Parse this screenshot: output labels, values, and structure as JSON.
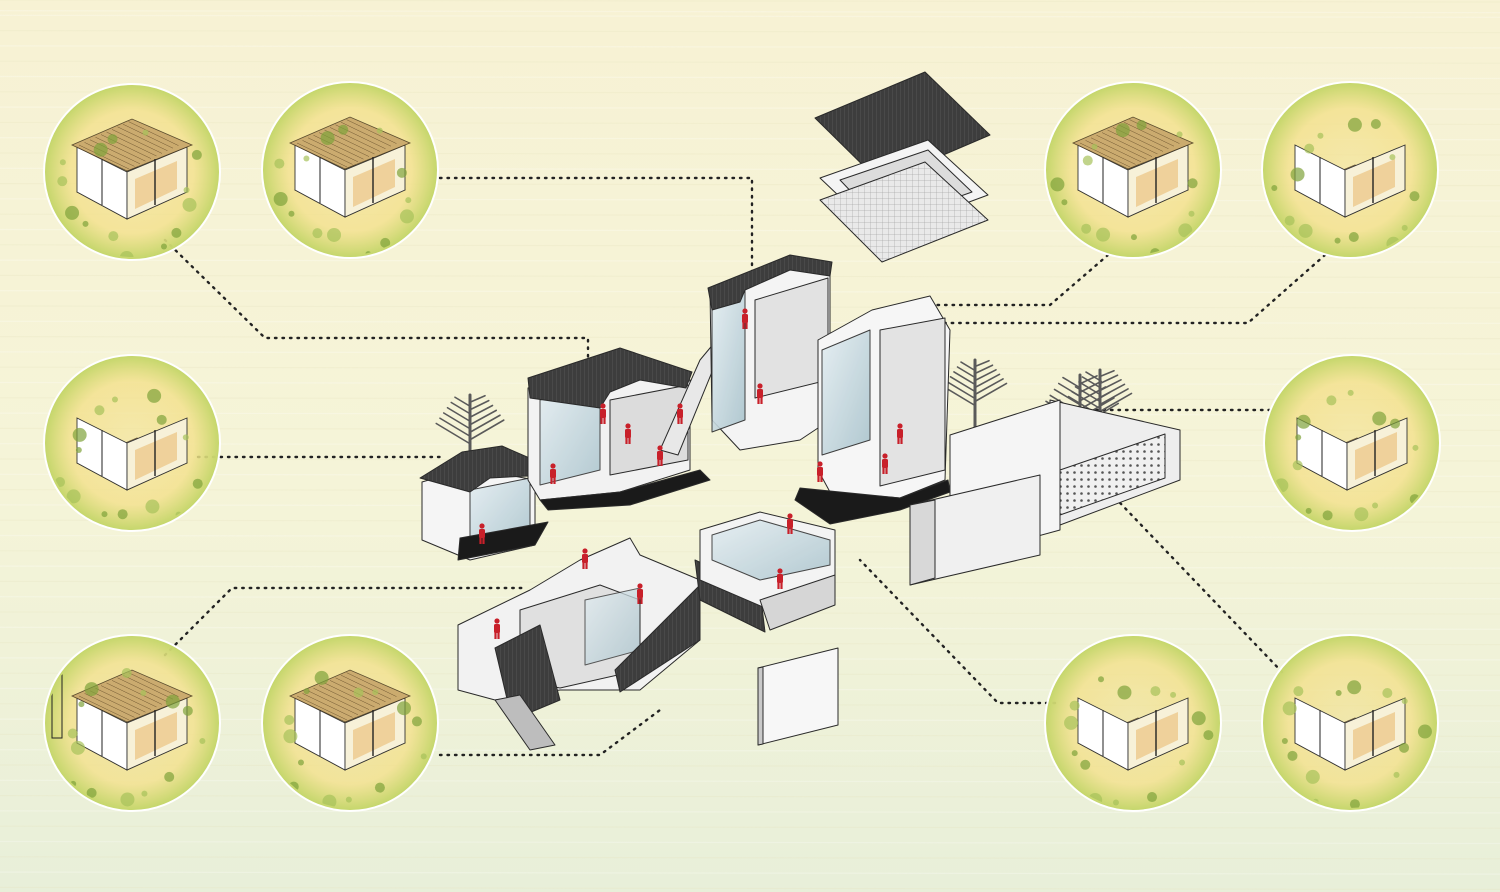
{
  "palette": {
    "bg_top": "#f7f2d4",
    "bg_mid": "#f5f4d8",
    "bg_bottom": "#e8efd9",
    "roof": "#3b3b3b",
    "wall": "#f2f2f2",
    "wall_shade": "#d8d8d8",
    "glass": "#c8dce3",
    "figure": "#c8202a",
    "tree": "#5a5a5a",
    "vignette_green": "#c3d66a",
    "vignette_yellow": "#f3e08a",
    "leader": "#222222"
  },
  "icons": {
    "figure": "person-figure-icon",
    "tree": "tree-icon"
  },
  "vignettes": [
    {
      "id": "top-left-outer",
      "scene": "pitched-roof-loft"
    },
    {
      "id": "top-left-inner",
      "scene": "pitched-roof-room"
    },
    {
      "id": "top-right-inner",
      "scene": "slatted-roof-room"
    },
    {
      "id": "top-right-outer",
      "scene": "open-partition-room"
    },
    {
      "id": "mid-left",
      "scene": "bedroom-unit"
    },
    {
      "id": "mid-right",
      "scene": "bedroom-unit"
    },
    {
      "id": "bottom-left-outer",
      "scene": "stair-tower-room"
    },
    {
      "id": "bottom-left-inner",
      "scene": "courtyard-room"
    },
    {
      "id": "bottom-right-inner",
      "scene": "living-room"
    },
    {
      "id": "bottom-right-outer",
      "scene": "bedroom-unit"
    }
  ]
}
